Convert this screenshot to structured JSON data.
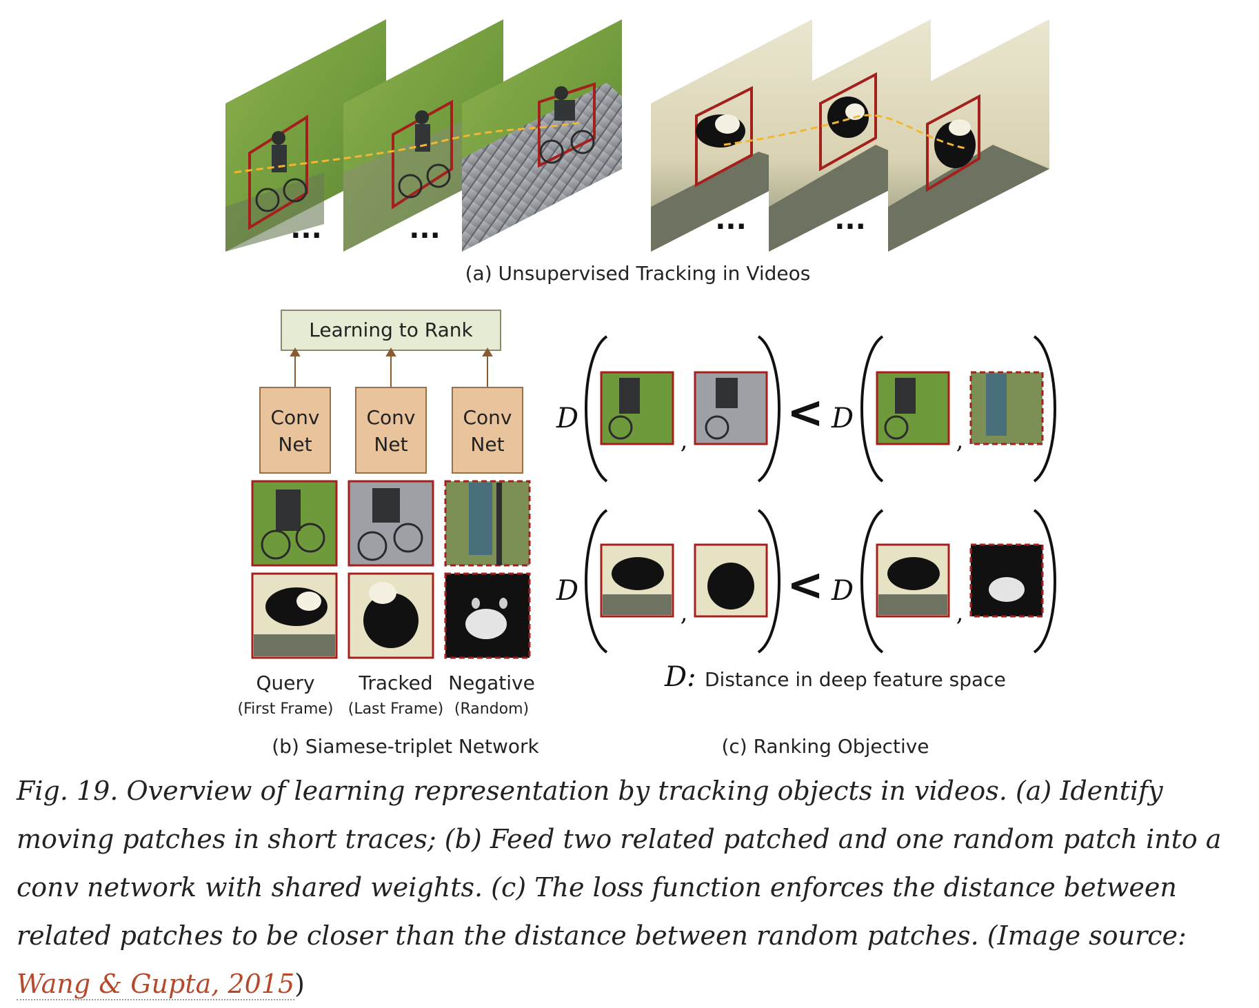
{
  "figure": {
    "panel_a": {
      "ellipsis": "...",
      "caption": "(a) Unsupervised Tracking in Videos"
    },
    "panel_b": {
      "top_box": "Learning to Rank",
      "convnet_line1": "Conv",
      "convnet_line2": "Net",
      "columns": [
        {
          "label": "Query",
          "sub": "(First Frame)"
        },
        {
          "label": "Tracked",
          "sub": "(Last Frame)"
        },
        {
          "label": "Negative",
          "sub": "(Random)"
        }
      ],
      "caption": "(b) Siamese-triplet Network"
    },
    "panel_c": {
      "d_symbol": "D",
      "less_than": "<",
      "comma": ",",
      "legend_symbol": "D:",
      "legend_text": "Distance in deep feature space",
      "caption": "(c) Ranking Objective"
    },
    "colors": {
      "box_red": "#a3201c",
      "arrow_brown": "#8a5a33",
      "rank_box_fill": "#e6ecd3",
      "convnet_fill": "#e8c39b",
      "track_path": "#f2b632"
    }
  },
  "caption": {
    "prefix": "Fig. 19. Overview of learning representation by tracking objects in videos. (a) Identify moving patches in short traces; (b) Feed two related patched and one random patch into a conv network with shared weights. (c) The loss function enforces the distance between related patches to be closer than the distance between random patches. (Image source: ",
    "link_text": "Wang & Gupta, 2015",
    "suffix": ")"
  }
}
